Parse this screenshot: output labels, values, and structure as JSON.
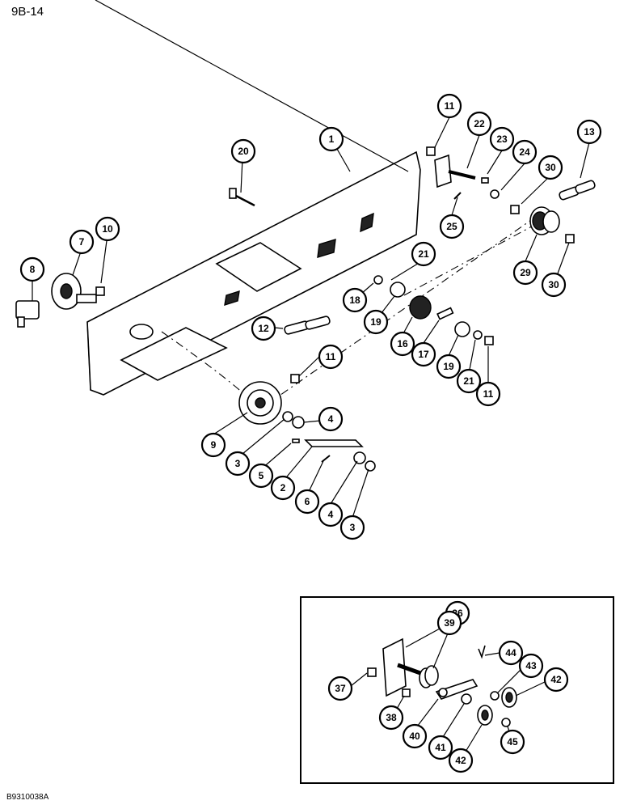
{
  "page_ref": "9B-14",
  "figure_code": "B9310038A",
  "callouts": {
    "c1": "1",
    "c2": "2",
    "c3a": "3",
    "c3b": "3",
    "c4a": "4",
    "c4b": "4",
    "c5": "5",
    "c6": "6",
    "c7": "7",
    "c8": "8",
    "c9": "9",
    "c10": "10",
    "c11a": "11",
    "c11b": "11",
    "c11c": "11",
    "c12": "12",
    "c13": "13",
    "c16": "16",
    "c17": "17",
    "c18": "18",
    "c19a": "19",
    "c19b": "19",
    "c20": "20",
    "c21a": "21",
    "c21b": "21",
    "c22": "22",
    "c23": "23",
    "c24": "24",
    "c25": "25",
    "c29": "29",
    "c30a": "30",
    "c30b": "30",
    "c36": "36",
    "c37": "37",
    "c38": "38",
    "c39": "39",
    "c40": "40",
    "c41": "41",
    "c42a": "42",
    "c42b": "42",
    "c43": "43",
    "c44": "44",
    "c45": "45"
  }
}
